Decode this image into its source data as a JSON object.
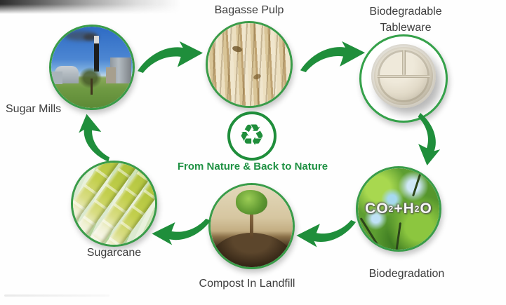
{
  "cycle": {
    "tagline": "From Nature & Back to Nature",
    "center_icon_glyph": "♻",
    "nodes": {
      "sugar_mills": {
        "label": "Sugar Mills"
      },
      "bagasse_pulp": {
        "label": "Bagasse Pulp"
      },
      "tableware": {
        "label_line1": "Biodegradable",
        "label_line2": "Tableware"
      },
      "biodegradation": {
        "label": "Biodegradation",
        "overlay": {
          "p1": "CO",
          "s1": "2",
          "p2": "+H",
          "s2": "2",
          "p3": "O"
        }
      },
      "compost": {
        "label": "Compost In Landfill"
      },
      "sugarcane": {
        "label": "Sugarcane"
      }
    },
    "connections": [
      {
        "from": "sugar_mills",
        "to": "bagasse_pulp"
      },
      {
        "from": "bagasse_pulp",
        "to": "tableware"
      },
      {
        "from": "tableware",
        "to": "biodegradation"
      },
      {
        "from": "biodegradation",
        "to": "compost"
      },
      {
        "from": "compost",
        "to": "sugarcane"
      },
      {
        "from": "sugarcane",
        "to": "sugar_mills"
      }
    ],
    "colors": {
      "arrow_green": "#1f8e3b",
      "ring_green": "#3a9c49",
      "tagline_green": "#1f9143",
      "label_dark": "#3d3d3d"
    }
  }
}
